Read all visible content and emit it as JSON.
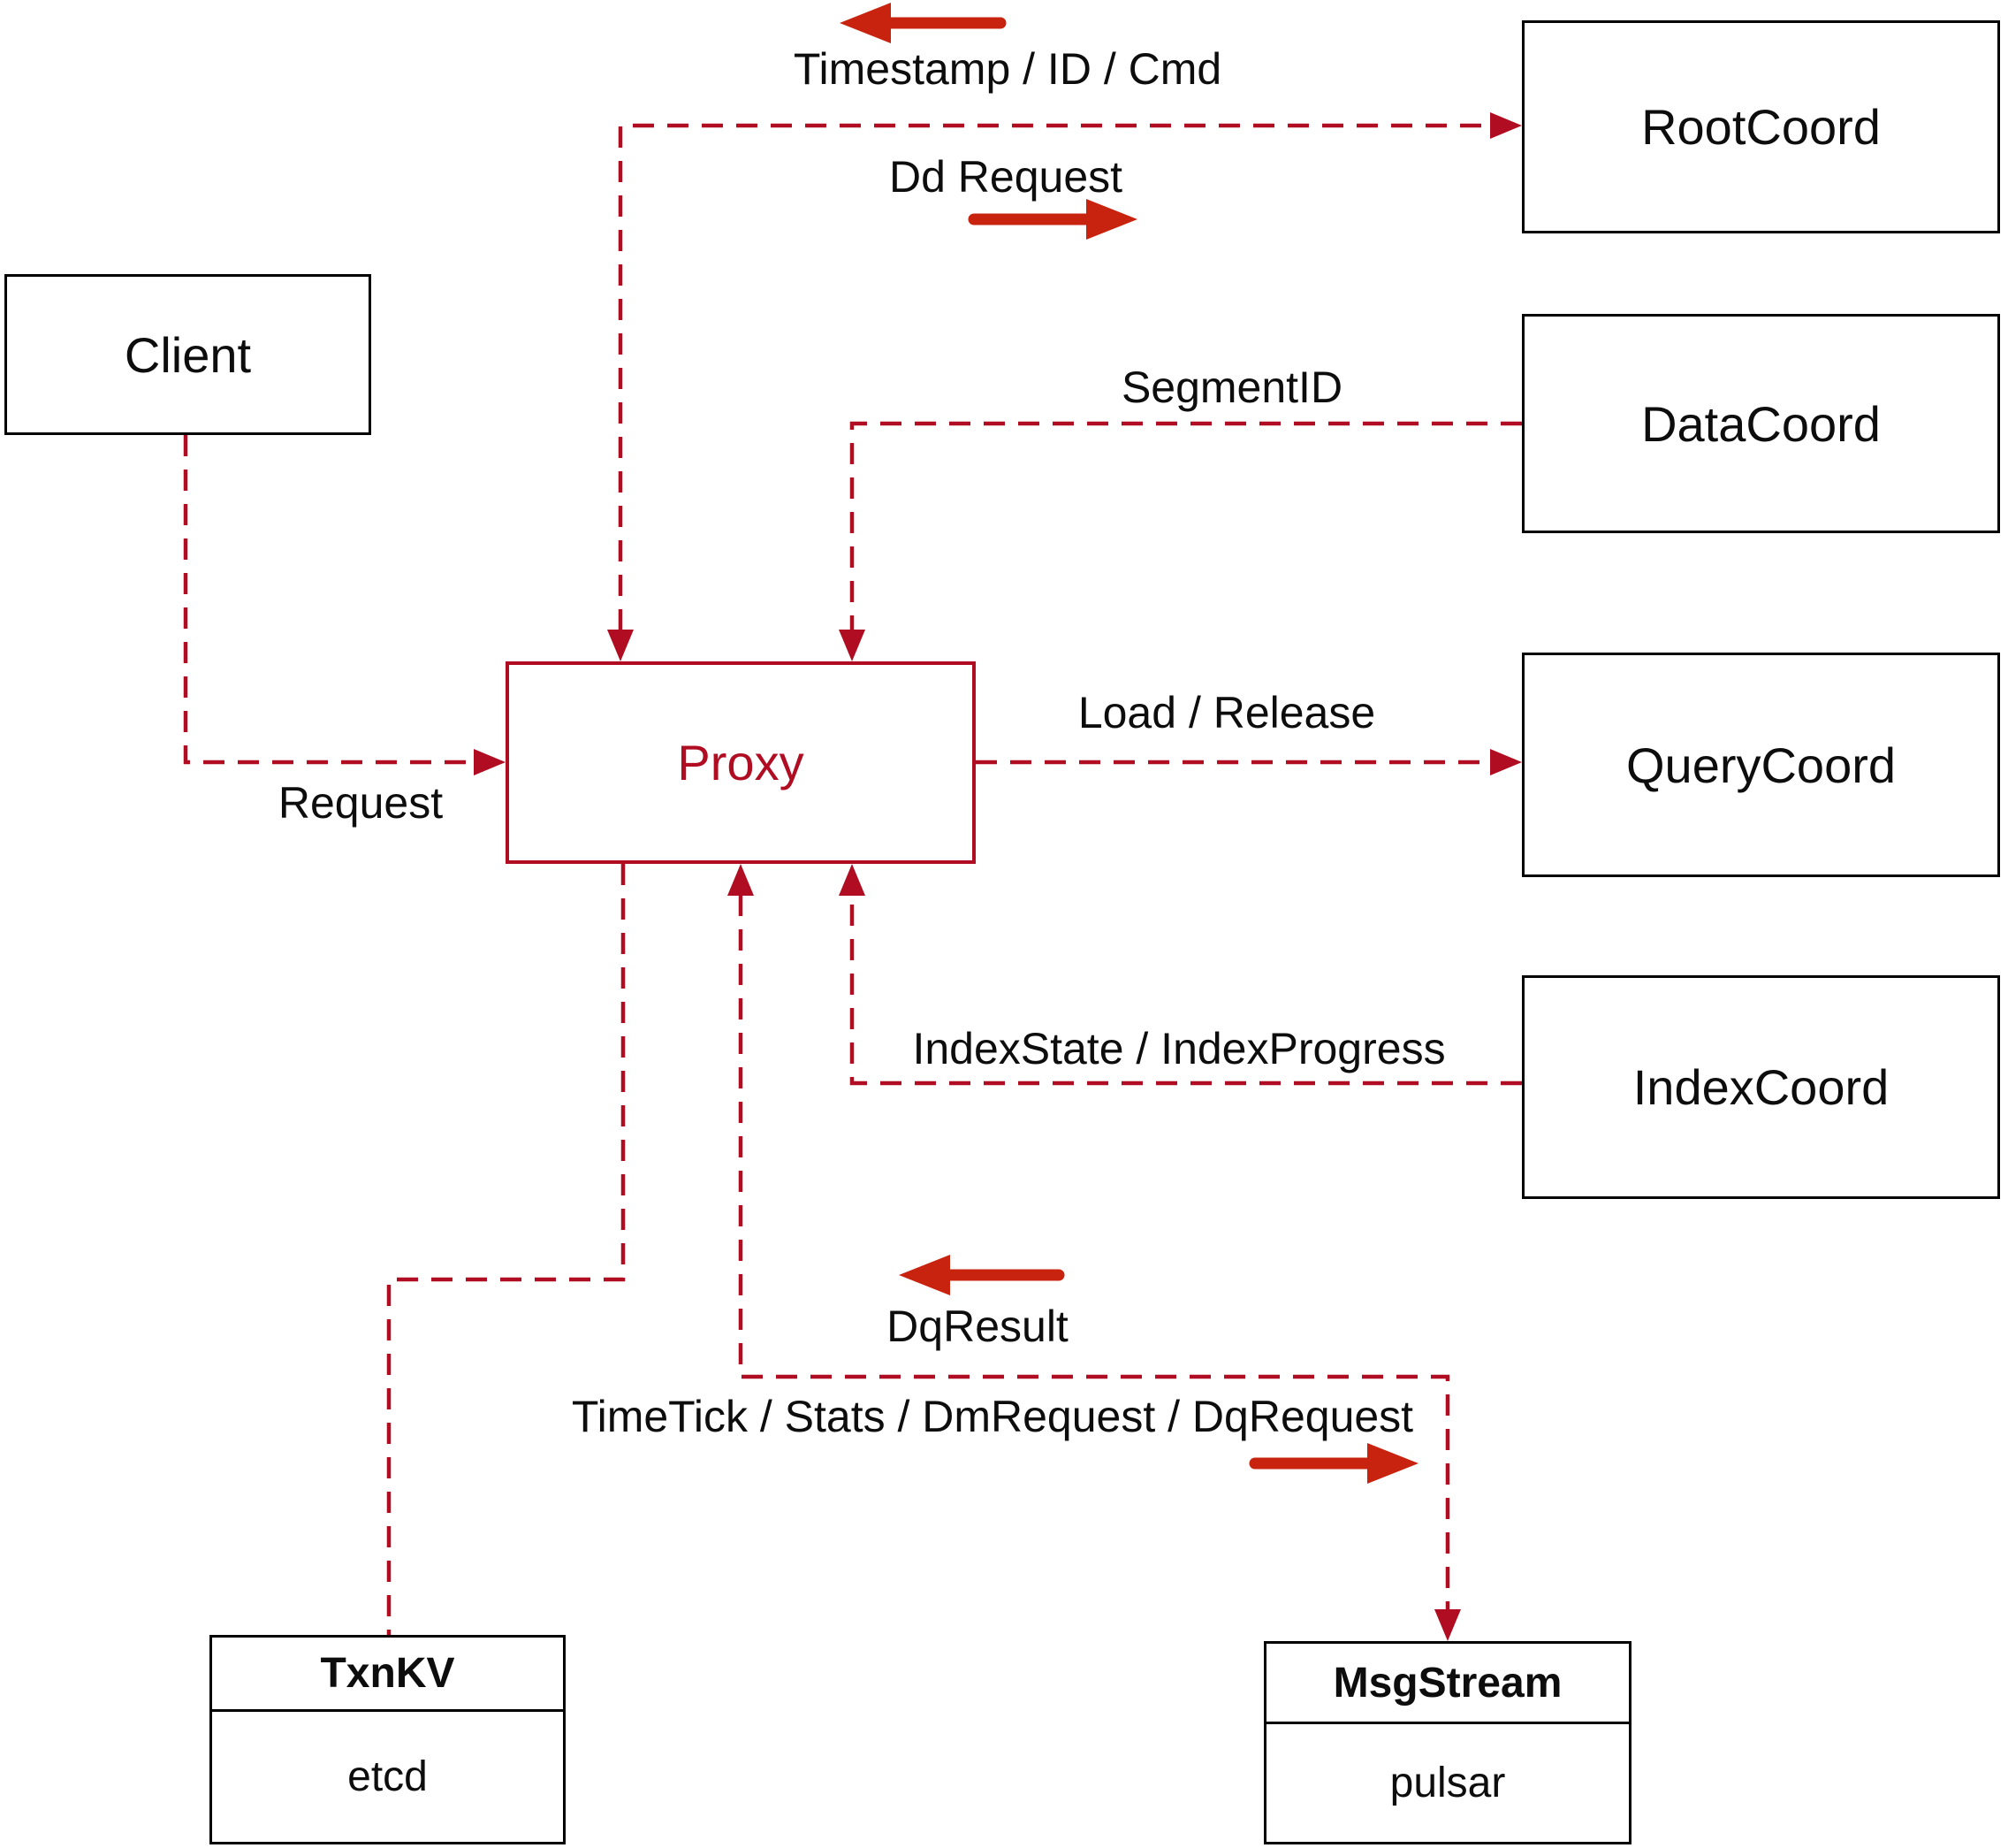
{
  "colors": {
    "connector_red": "#b00d23",
    "arrow_red": "#c8230e",
    "box_black": "#000000",
    "text_black": "#0d0d0d",
    "background": "#ffffff"
  },
  "nodes": {
    "client": {
      "label": "Client"
    },
    "proxy": {
      "label": "Proxy"
    },
    "root_coord": {
      "label": "RootCoord"
    },
    "data_coord": {
      "label": "DataCoord"
    },
    "query_coord": {
      "label": "QueryCoord"
    },
    "index_coord": {
      "label": "IndexCoord"
    },
    "txn_kv": {
      "title": "TxnKV",
      "subtitle": "etcd"
    },
    "msg_stream": {
      "title": "MsgStream",
      "subtitle": "pulsar"
    }
  },
  "edge_labels": {
    "timestamp_id_cmd": "Timestamp / ID / Cmd",
    "dd_request": "Dd Request",
    "segment_id": "SegmentID",
    "load_release": "Load / Release",
    "index_state_progress": "IndexState / IndexProgress",
    "request": "Request",
    "dq_result": "DqResult",
    "time_tick": "TimeTick / Stats / DmRequest / DqRequest"
  }
}
